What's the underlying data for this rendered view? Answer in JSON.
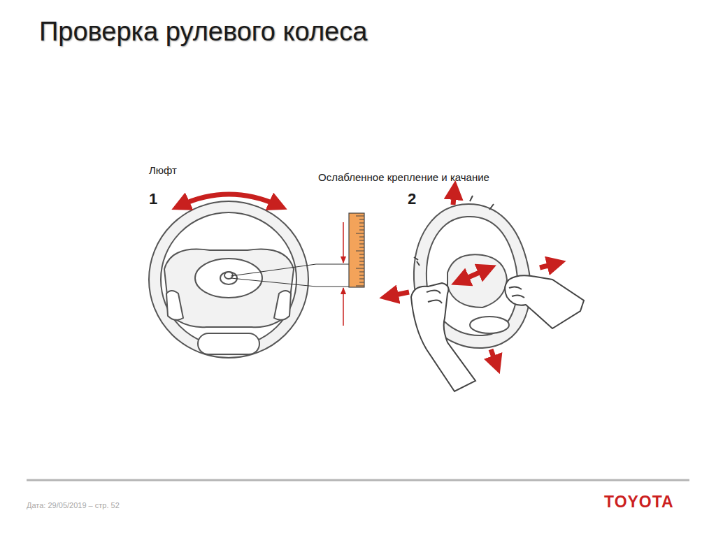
{
  "diagram": {
    "title": "Проверка рулевого колеса",
    "labels": [
      "Люфт",
      "1",
      "Ослабленное крепление и качание",
      "2",
      "Дата: 29/05/2019 – стр. 52",
      "TOYOTA"
    ]
  }
}
